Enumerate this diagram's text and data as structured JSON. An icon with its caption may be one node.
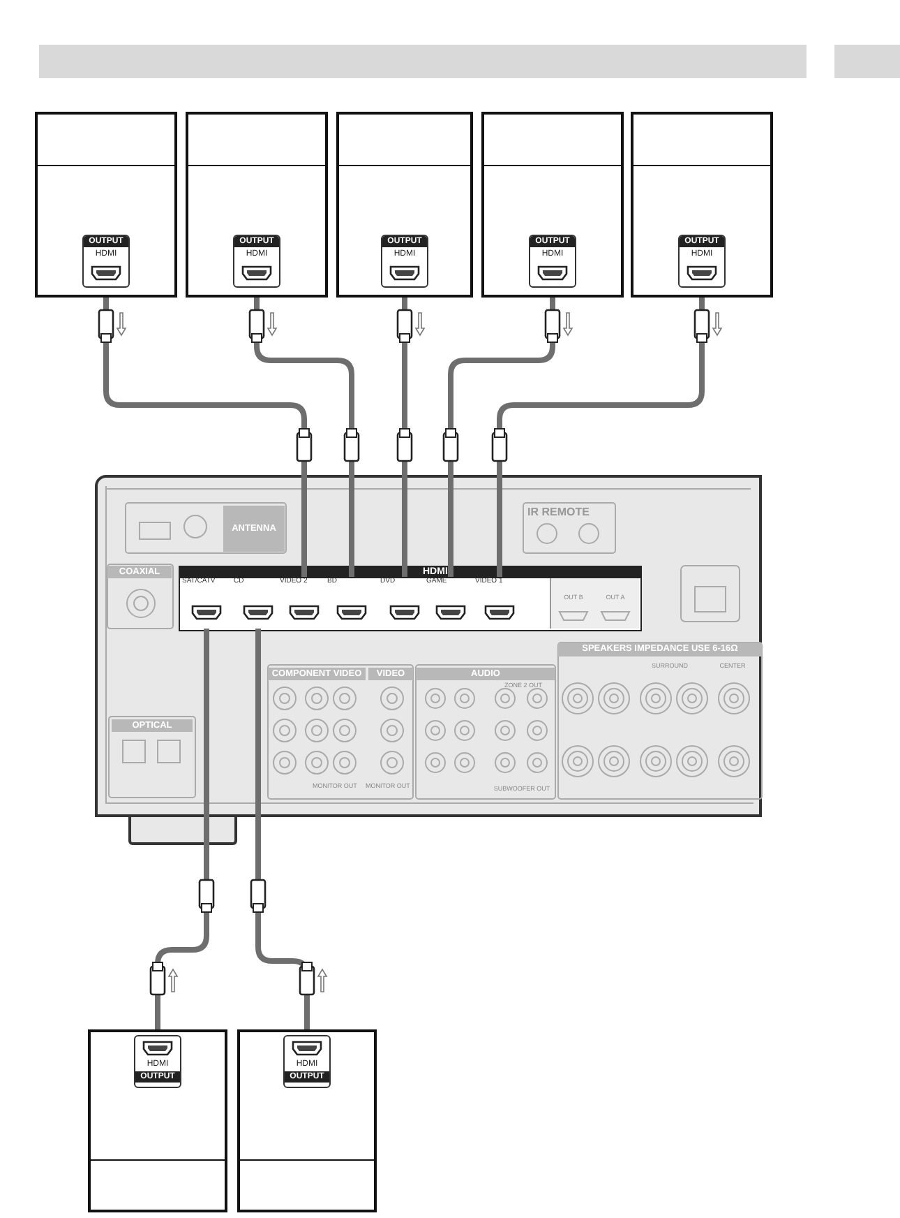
{
  "diagram": {
    "nodes": [
      {
        "text": [
          "OUTPUT",
          "HDMI"
        ]
      },
      {
        "text": [
          "OUTPUT",
          "HDMI"
        ]
      },
      {
        "text": [
          "OUTPUT",
          "HDMI"
        ]
      },
      {
        "text": [
          "OUTPUT",
          "HDMI"
        ]
      },
      {
        "text": [
          "OUTPUT",
          "HDMI"
        ]
      },
      {
        "text": [],
        "shape": "box"
      },
      {
        "text": [
          "HDMI"
        ],
        "in": 5
      },
      {
        "text": [
          "SAT/CATV"
        ],
        "in": 6
      },
      {
        "text": [
          "CD"
        ],
        "in": 6
      },
      {
        "text": [
          "VIDEO 2"
        ],
        "in": 6
      },
      {
        "text": [
          "BD"
        ],
        "in": 6
      },
      {
        "text": [
          "DVD"
        ],
        "in": 6
      },
      {
        "text": [
          "GAME"
        ],
        "in": 6
      },
      {
        "text": [
          "VIDEO 1"
        ],
        "in": 6
      },
      {
        "text": [
          "HDMI",
          "OUTPUT"
        ]
      },
      {
        "text": [
          "HDMI",
          "OUTPUT"
        ]
      }
    ],
    "edges": [
      {
        "from": 0,
        "to": 9,
        "arrow": "none"
      },
      {
        "from": 1,
        "to": 10,
        "arrow": "none"
      },
      {
        "from": 2,
        "to": 11,
        "arrow": "none"
      },
      {
        "from": 3,
        "to": 12,
        "arrow": "none"
      },
      {
        "from": 4,
        "to": 13,
        "arrow": "none"
      },
      {
        "from": 14,
        "to": 7,
        "arrow": "none"
      },
      {
        "from": 15,
        "to": 8,
        "arrow": "none"
      }
    ],
    "labels": [
      "ANTENNA",
      "IR REMOTE",
      "COAXIAL",
      "OUT B",
      "OUT A",
      "SPEAKERS IMPEDANCE USE 6-16Ω",
      "SURROUND",
      "CENTER",
      "COMPONENT VIDEO",
      "VIDEO",
      "AUDIO",
      "ZONE 2 OUT",
      "OPTICAL",
      "MONITOR OUT",
      "MONITOR OUT",
      "SUBWOOFER OUT"
    ]
  }
}
